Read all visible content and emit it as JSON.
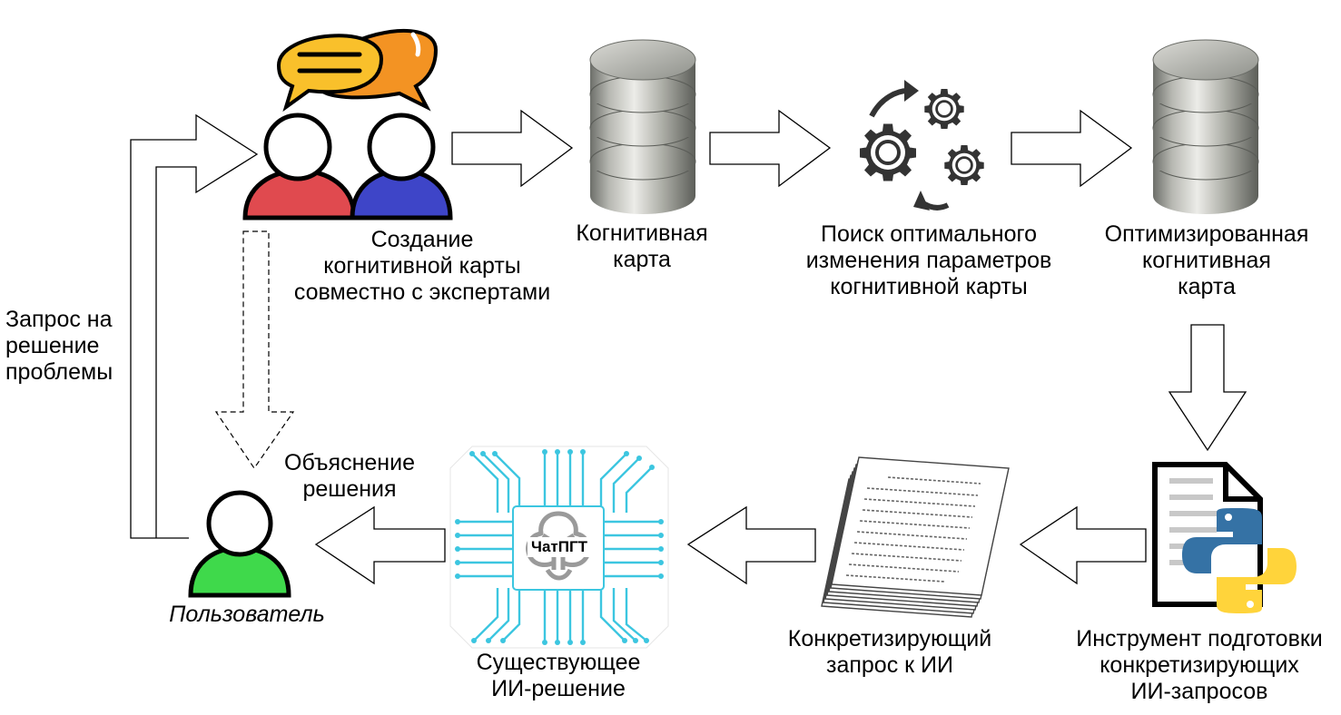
{
  "nodes": {
    "create_map": "Создание\nкогнитивной карты\nсовместно с экспертами",
    "cognitive_map": "Когнитивная\nкарта",
    "search_opt": "Поиск оптимального\nизменения параметров\nкогнитивной карты",
    "optimized_map": "Оптимизированная\nкогнитивная\nкарта",
    "tool": "Инструмент подготовки\nконкретизирующих\nИИ-запросов",
    "query": "Конкретизирующий\nзапрос к ИИ",
    "ai_solution": "Существующее\nИИ-решение",
    "user": "Пользователь"
  },
  "edges": {
    "request": "Запрос на\nрешение\nпроблемы",
    "explanation": "Объяснение\nрешения"
  },
  "chip_label": "ЧатПГТ",
  "icons": {
    "experts": "people-with-speech-bubbles-icon",
    "database": "database-cylinder-icon",
    "gears": "gears-with-arrows-icon",
    "document": "python-document-icon",
    "papers": "paper-stack-icon",
    "chip": "ai-chip-icon",
    "user": "user-icon"
  },
  "colors": {
    "person_red": "#e04a4f",
    "person_blue": "#3e45c8",
    "person_green": "#3fd94b",
    "bubble_orange": "#f39323",
    "bubble_yellow": "#f9c02b",
    "chip_cyan": "#3cc6e0",
    "python_blue": "#3572a5",
    "python_yellow": "#ffd43b"
  }
}
